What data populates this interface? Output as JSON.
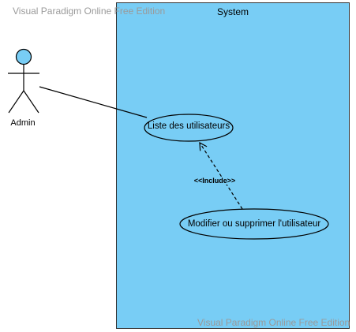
{
  "watermark": {
    "top": "Visual Paradigm Online Free Edition",
    "bottom": "Visual Paradigm Online Free Edition"
  },
  "system": {
    "title": "System",
    "fill_color": "#78cdf5",
    "border_color": "#333333"
  },
  "actor": {
    "label": "Admin",
    "head_color": "#78cdf5"
  },
  "use_cases": [
    {
      "label": "Liste des utilisateurs"
    },
    {
      "label": "Modifier ou supprimer l'utilisateur"
    }
  ],
  "relationships": {
    "include_label": "<<Include>>"
  }
}
